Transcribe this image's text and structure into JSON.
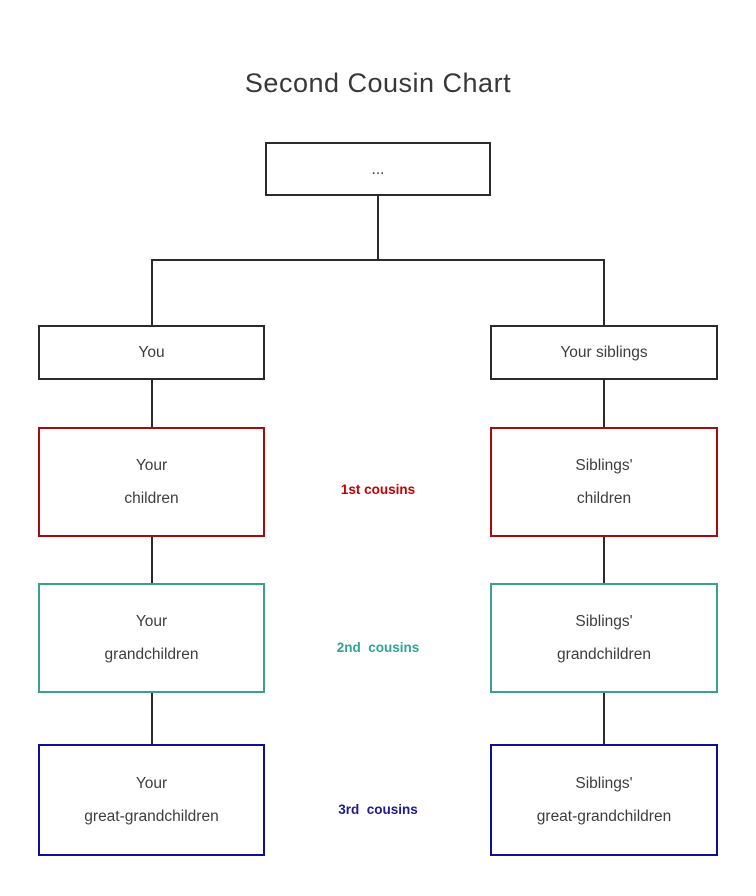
{
  "title": "Second Cousin Chart",
  "tree": {
    "root": {
      "label": "..."
    },
    "parents": {
      "left": {
        "label": "You"
      },
      "right": {
        "label": "Your siblings"
      }
    },
    "children": {
      "left": {
        "line1": "Your",
        "line2": "children"
      },
      "right": {
        "line1": "Siblings'",
        "line2": "children"
      }
    },
    "grandchildren": {
      "left": {
        "line1": "Your",
        "line2": "grandchildren"
      },
      "right": {
        "line1": "Siblings'",
        "line2": "grandchildren"
      }
    },
    "great_grandchildren": {
      "left": {
        "line1": "Your",
        "line2": "great-grandchildren"
      },
      "right": {
        "line1": "Siblings'",
        "line2": "great-grandchildren"
      }
    }
  },
  "relationship_labels": {
    "first": "1st cousins",
    "second": "2nd  cousins",
    "third": "3rd  cousins"
  },
  "colors": {
    "connector": "#2b2b2b",
    "default_border": "#2b2b2b",
    "first_cousin_border": "#a40c10",
    "second_cousin_border": "#3aa18f",
    "third_cousin_border": "#0f0e96",
    "first_cousin_label": "#c10000",
    "second_cousin_label": "#2fa392",
    "third_cousin_label": "#1b1a8e"
  }
}
